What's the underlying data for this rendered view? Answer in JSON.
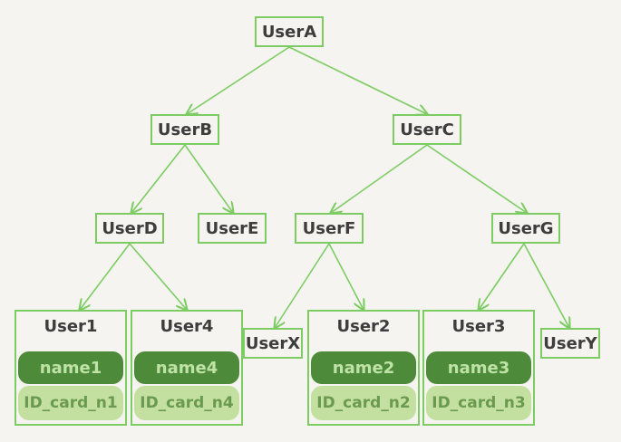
{
  "nodes": {
    "A": "UserA",
    "B": "UserB",
    "C": "UserC",
    "D": "UserD",
    "E": "UserE",
    "F": "UserF",
    "G": "UserG",
    "X": "UserX",
    "Y": "UserY"
  },
  "leaves": [
    {
      "title": "User1",
      "name": "name1",
      "id": "ID_card_n1"
    },
    {
      "title": "User4",
      "name": "name4",
      "id": "ID_card_n4"
    },
    {
      "title": "User2",
      "name": "name2",
      "id": "ID_card_n2"
    },
    {
      "title": "User3",
      "name": "name3",
      "id": "ID_card_n3"
    }
  ],
  "colors": {
    "edge": "#7ccc63",
    "border": "#7ccc63",
    "name_pill": "#4d8a3a",
    "id_pill": "#c4e0a0",
    "background": "#f5f4f0"
  }
}
